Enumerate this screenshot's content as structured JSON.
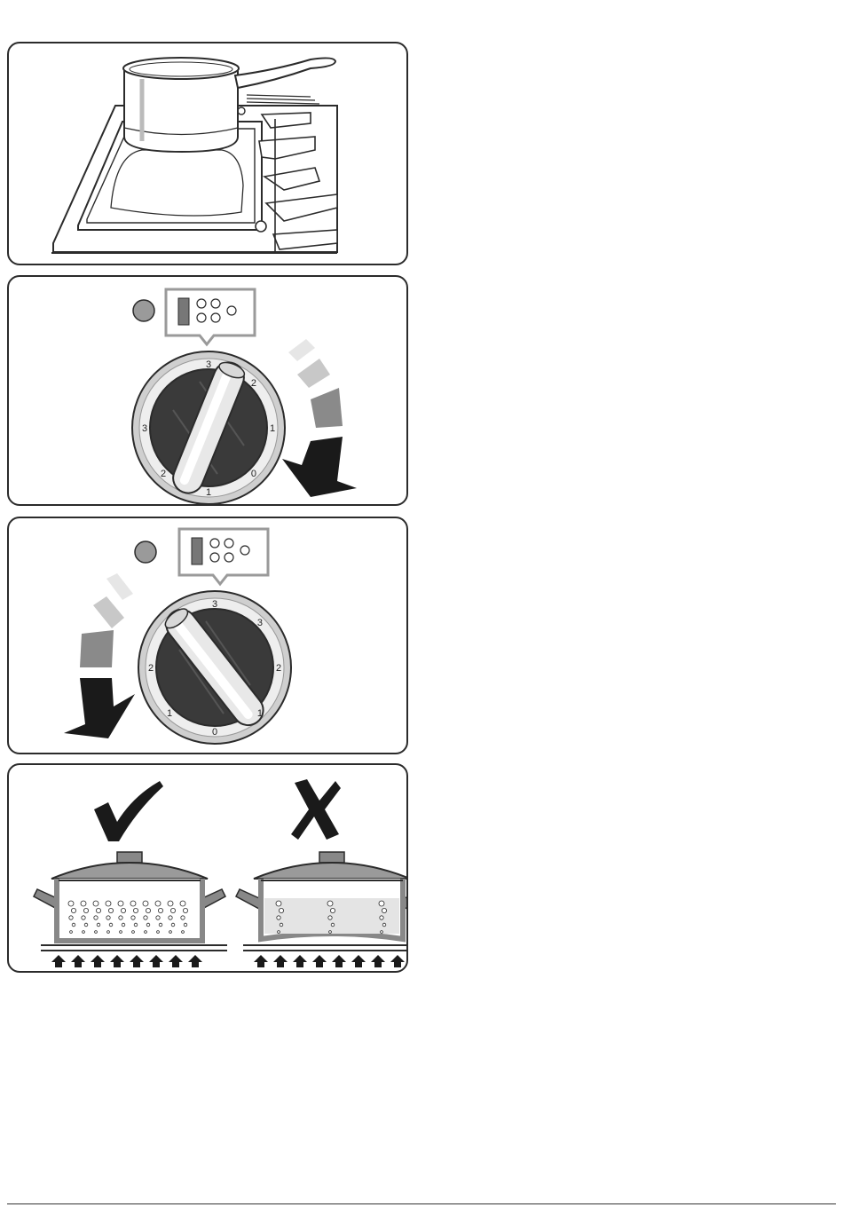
{
  "colors": {
    "outline": "#2b2b2b",
    "knob_dark": "#3a3a3a",
    "ring_metal": "#cfcfcf",
    "arrow_dark": "#1a1a1a",
    "arrow_grey": "#8a8a8a",
    "arrow_light": "#c8c8c8",
    "arrow_faint": "#e6e6e6",
    "indicator_lamp": "#9a9a9a",
    "water": "#e4e4e4"
  },
  "illustrations": {
    "panel1": {
      "subject": "saucepan-on-solid-hotplate",
      "icon": "saucepan-icon"
    },
    "panel2": {
      "subject": "control-knob-turn-clockwise",
      "icon": "control-knob-icon",
      "dial_marks": [
        "3",
        "2",
        "1",
        "0",
        "1",
        "2",
        "3"
      ],
      "rotation": "clockwise"
    },
    "panel3": {
      "subject": "control-knob-turn-anticlockwise",
      "icon": "control-knob-icon",
      "dial_marks": [
        "3",
        "3",
        "2",
        "1",
        "0",
        "1",
        "2"
      ],
      "rotation": "anticlockwise"
    },
    "panel4": {
      "subject": "correct-vs-incorrect-pan-base",
      "correct_icon": "check-mark-icon",
      "incorrect_icon": "cross-mark-icon"
    }
  }
}
